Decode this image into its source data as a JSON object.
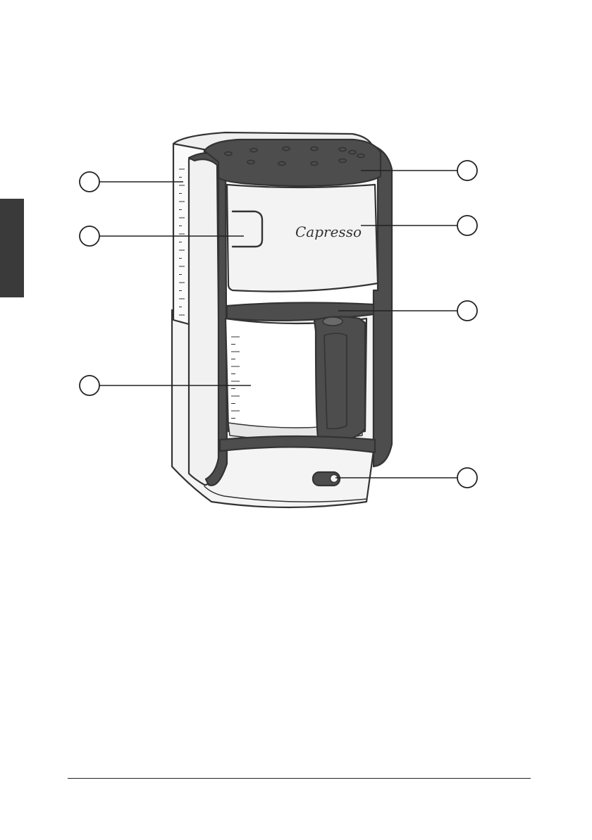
{
  "document": {
    "brand_logo_text": "Capresso",
    "callouts": [
      {
        "id": "top-cover",
        "number": ""
      },
      {
        "id": "water-tank-gauge",
        "number": ""
      },
      {
        "id": "filter-holder-handle",
        "number": ""
      },
      {
        "id": "filter-holder",
        "number": ""
      },
      {
        "id": "carafe-lid",
        "number": ""
      },
      {
        "id": "glass-carafe",
        "number": ""
      },
      {
        "id": "on-off-switch",
        "number": ""
      }
    ]
  },
  "colors": {
    "dark_part": "#4d4d4d",
    "outline": "#333333",
    "light_body": "#f4f4f4",
    "side_tab": "#3a3a3a"
  }
}
